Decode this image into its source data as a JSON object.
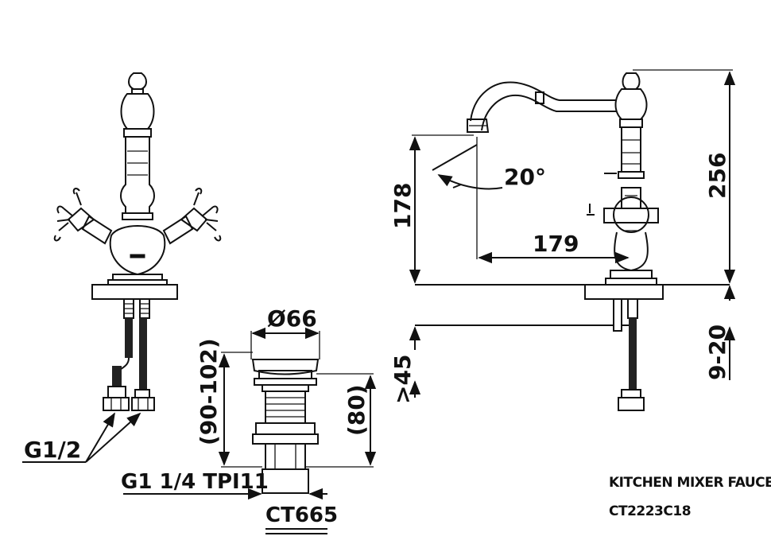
{
  "labels": {
    "d178": "178",
    "d20deg": "20°",
    "d179": "179",
    "d256": "256",
    "d66": "Ø66",
    "d90_102": "(90-102)",
    "d80": "(80)",
    "d45": ">45",
    "d9_20": "9-20",
    "g12": "G1/2",
    "g114": "G1 1/4 TPI11",
    "ct665": "CT665"
  },
  "title_block": {
    "name": "KITCHEN MIXER FAUCET",
    "code": "CT2223C18"
  },
  "colors": {
    "line": "#111111",
    "background": "#ffffff"
  }
}
